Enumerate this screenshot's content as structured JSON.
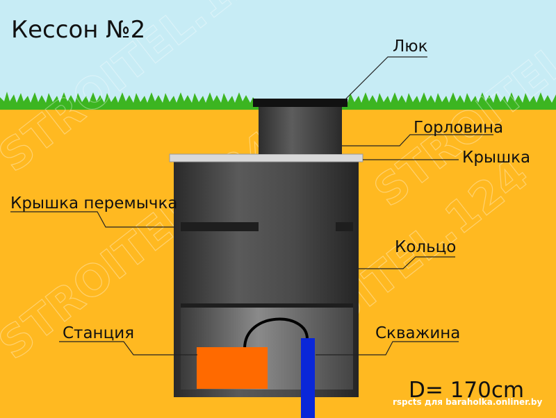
{
  "title": "Кессон №2",
  "diameter_text": "D= 170cm",
  "credit": "rspcts для baraholka.onliner.by",
  "watermark": "STROITEL.124",
  "labels": {
    "hatch": "Люк",
    "neck": "Горловина",
    "cover": "Крышка",
    "cover_jumper": "Крышка перемычка",
    "ring": "Кольцо",
    "station": "Станция",
    "well": "Скважина"
  },
  "colors": {
    "sky": "#c7ecf5",
    "soil": "#ffb921",
    "grass": "#3cb521",
    "caisson": "#464646",
    "cover": "#d9d9d9",
    "station": "#ff6a00",
    "well_pipe": "#0a27d8"
  }
}
